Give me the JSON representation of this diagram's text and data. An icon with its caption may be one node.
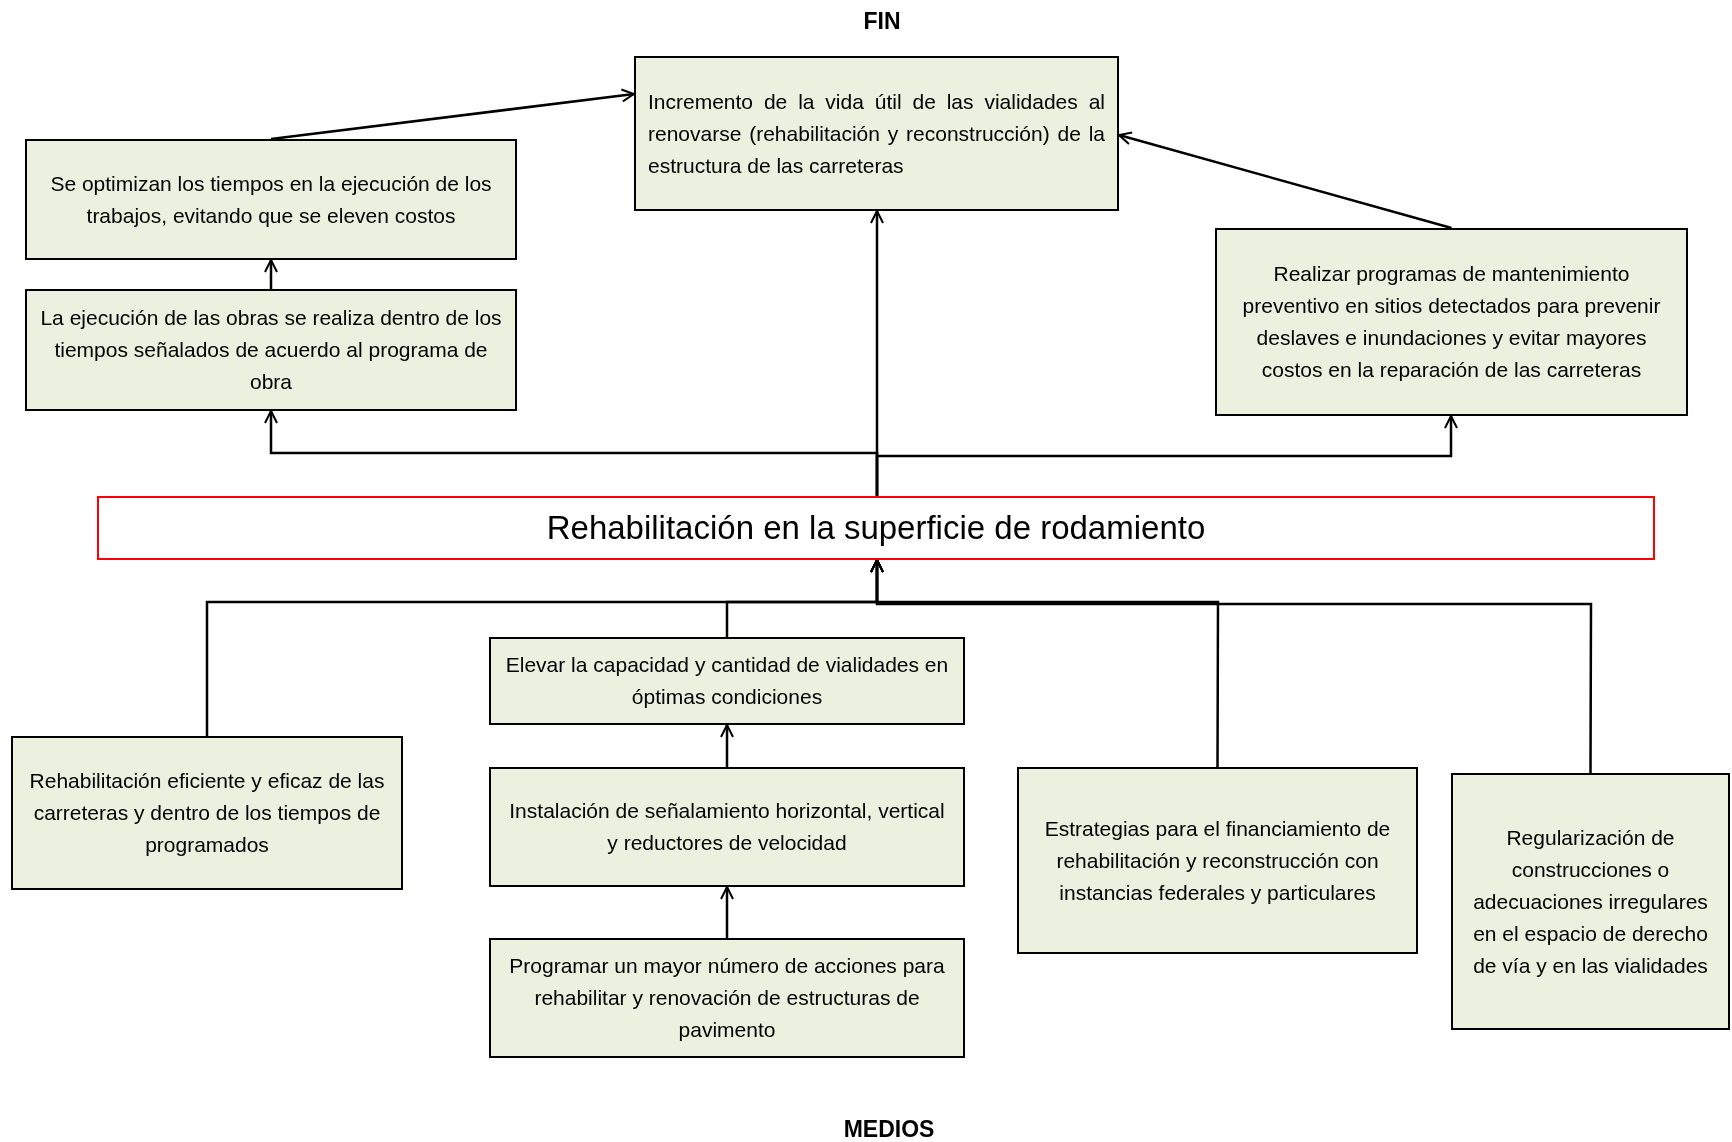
{
  "diagram": {
    "nodes": [
      {
        "text": [
          "Incremento de la vida útil de las vialidades al renovarse (rehabilitación y reconstrucción) de la estructura de las carreteras"
        ]
      },
      {
        "text": [
          "Se optimizan los tiempos en la ejecución de los trabajos, evitando que se eleven costos"
        ]
      },
      {
        "text": [
          "La ejecución de las obras se realiza dentro de los tiempos señalados de acuerdo al programa de obra"
        ]
      },
      {
        "text": [
          "Realizar programas de mantenimiento preventivo en sitios detectados para prevenir deslaves e inundaciones y evitar mayores costos en la reparación de las carreteras"
        ]
      },
      {
        "text": [
          "Rehabilitación en la superficie de rodamiento"
        ]
      },
      {
        "text": [
          "Elevar la capacidad y cantidad de vialidades en óptimas condiciones"
        ]
      },
      {
        "text": [
          "Rehabilitación eficiente y eficaz de las carreteras y dentro de los tiempos de programados"
        ]
      },
      {
        "text": [
          "Instalación de señalamiento horizontal, vertical y reductores de velocidad"
        ]
      },
      {
        "text": [
          "Estrategias para el financiamiento de rehabilitación y reconstrucción con instancias federales y particulares"
        ]
      },
      {
        "text": [
          "Regularización de construcciones o adecuaciones irregulares en el espacio de derecho de vía y en las vialidades"
        ]
      },
      {
        "text": [
          "Programar un mayor número de acciones para rehabilitar y renovación de estructuras de pavimento"
        ]
      }
    ],
    "edges": [
      {
        "from": 1,
        "to": 0,
        "arrow": "to"
      },
      {
        "from": 3,
        "to": 0,
        "arrow": "to"
      },
      {
        "from": 2,
        "to": 1,
        "arrow": "to"
      },
      {
        "from": 4,
        "to": 0,
        "arrow": "to"
      },
      {
        "from": 4,
        "to": 2,
        "arrow": "to"
      },
      {
        "from": 4,
        "to": 3,
        "arrow": "to"
      },
      {
        "from": 6,
        "to": 4,
        "arrow": "to"
      },
      {
        "from": 5,
        "to": 4,
        "arrow": "to"
      },
      {
        "from": 8,
        "to": 4,
        "arrow": "to"
      },
      {
        "from": 9,
        "to": 4,
        "arrow": "to"
      },
      {
        "from": 7,
        "to": 5,
        "arrow": "to"
      },
      {
        "from": 10,
        "to": 7,
        "arrow": "to"
      }
    ],
    "labels": [
      "FIN",
      "MEDIOS"
    ]
  }
}
